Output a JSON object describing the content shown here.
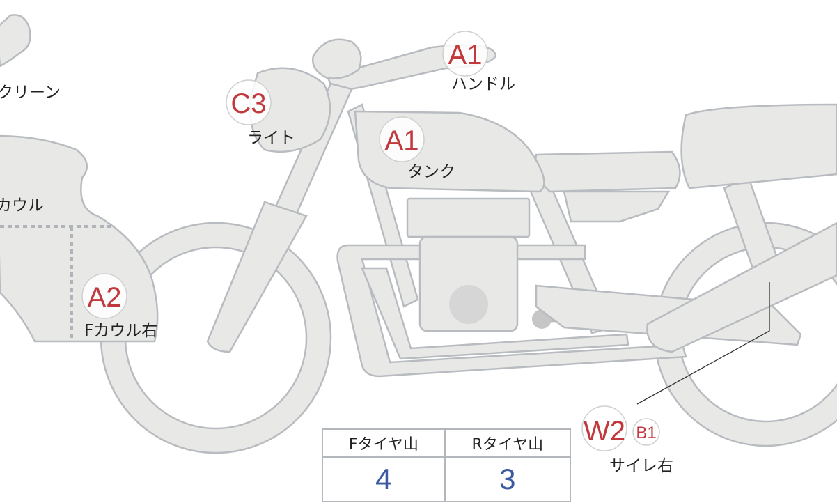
{
  "colors": {
    "part_fill": "#e8e8e6",
    "part_stroke": "#b8bcc1",
    "grade": "#c1393c",
    "tread": "#3b5aa0"
  },
  "parts": {
    "screen": "クリーン",
    "cowl": "カウル",
    "front_cowl_right": "Fカウル右",
    "light": "ライト",
    "handle": "ハンドル",
    "tank": "タンク",
    "muffler_right": "サイレ右"
  },
  "grades": {
    "light": "C3",
    "handle": "A1",
    "tank": "A1",
    "front_cowl_right": "A2",
    "muffler_right": "W2",
    "muffler_right_sub": "B1"
  },
  "tire_table": {
    "headers": [
      "Fタイヤ山",
      "Rタイヤ山"
    ],
    "values": [
      "4",
      "3"
    ]
  }
}
